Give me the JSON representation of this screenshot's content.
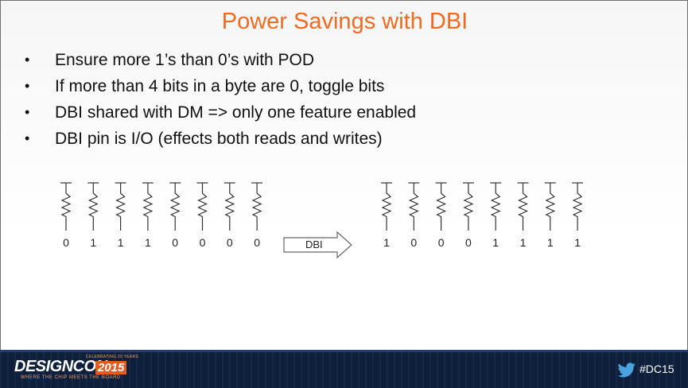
{
  "slide": {
    "title": "Power Savings with DBI",
    "bullet_symbol": "•",
    "bullets": [
      "Ensure more 1’s than 0’s with POD",
      "If more than 4 bits in a byte are 0, toggle bits",
      "DBI shared with DM => only one feature enabled",
      "DBI pin is I/O (effects both reads and writes)"
    ]
  },
  "diagram": {
    "input_bits": [
      "0",
      "1",
      "1",
      "1",
      "0",
      "0",
      "0",
      "0"
    ],
    "arrow_label": "DBI",
    "output_bits": [
      "1",
      "0",
      "0",
      "0",
      "1",
      "1",
      "1",
      "1"
    ],
    "icons": [
      "pullup-resistor-icon",
      "right-arrow-icon"
    ]
  },
  "footer": {
    "logo_text": "DESIGNCON",
    "logo_year": "2015",
    "logo_tagline_top": "CELEBRATING 20 YEARS",
    "logo_tagline": "WHERE THE CHIP MEETS THE BOARD",
    "hashtag": "#DC15",
    "icons": [
      "twitter-bird-icon"
    ]
  },
  "colors": {
    "title": "#f26a22",
    "footer_bg": "#0e1f3b",
    "logo_accent": "#e35a1e"
  }
}
